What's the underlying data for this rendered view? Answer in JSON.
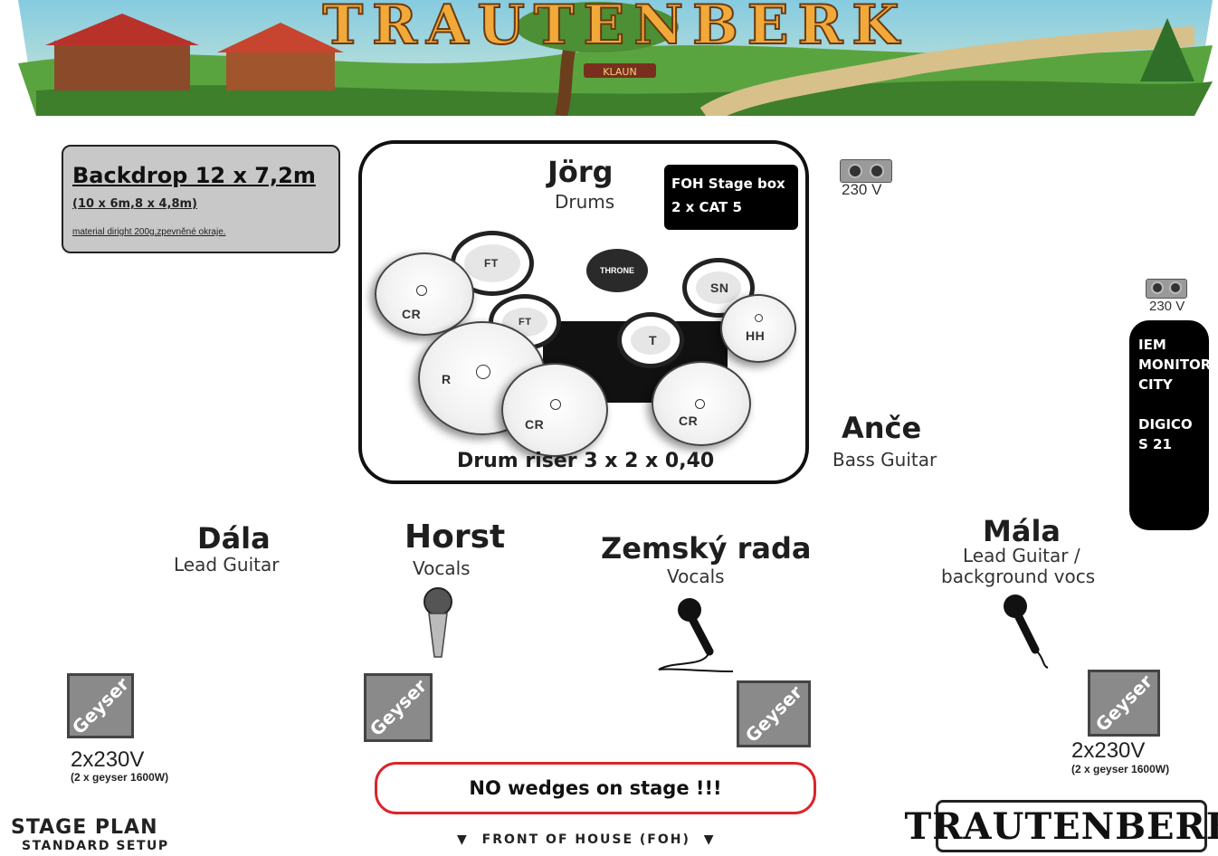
{
  "banner": {
    "title": "TRAUTENBERK",
    "sign": "KLAUN"
  },
  "backdrop": {
    "title": "Backdrop 12 x 7,2m",
    "sizes": "(10 x 6m,8 x 4,8m)",
    "material": "material diright 200g,zpevněné okraje."
  },
  "drums": {
    "player": "Jörg",
    "role": "Drums",
    "riser": "Drum riser 3 x 2 x 0,40",
    "pieces": {
      "ft1": "FT",
      "ft2": "FT",
      "throne": "THRONE",
      "sn": "SN",
      "hh": "HH",
      "cr1": "CR",
      "cr2": "CR",
      "cr3": "CR",
      "r": "R",
      "t": "T"
    }
  },
  "foh_box": {
    "line1": "FOH Stage box",
    "line2": "2 x CAT 5"
  },
  "power": {
    "outlet1": "230 V",
    "outlet2": "230 V"
  },
  "monitor_city": {
    "line1": "IEM",
    "line2": "MONITOR",
    "line3": "CITY",
    "line4": "DIGICO",
    "line5": "S 21"
  },
  "musicians": [
    {
      "name": "Anče",
      "role": "Bass Guitar"
    },
    {
      "name": "Dála",
      "role": "Lead Guitar"
    },
    {
      "name": "Horst",
      "role": "Vocals"
    },
    {
      "name": "Zemský rada",
      "role": "Vocals"
    },
    {
      "name": "Mála",
      "role_line1": "Lead Guitar /",
      "role_line2": "background vocs"
    }
  ],
  "geyser_label": "Geyser",
  "power_left": {
    "main": "2x230V",
    "note": "(2 x geyser 1600W)"
  },
  "power_right": {
    "main": "2x230V",
    "note": "(2 x geyser 1600W)"
  },
  "no_wedges": "NO wedges on stage !!!",
  "footer": {
    "stage_plan": "STAGE PLAN",
    "standard_setup": "STANDARD SETUP",
    "foh": "FRONT OF HOUSE (FOH)",
    "foh_arrow": "▼",
    "logo": "TRAUTENBERK"
  },
  "colors": {
    "wedge_border": "#d9252b",
    "banner_sky": "#7fc6d8",
    "banner_grass": "#4f9a3a"
  }
}
